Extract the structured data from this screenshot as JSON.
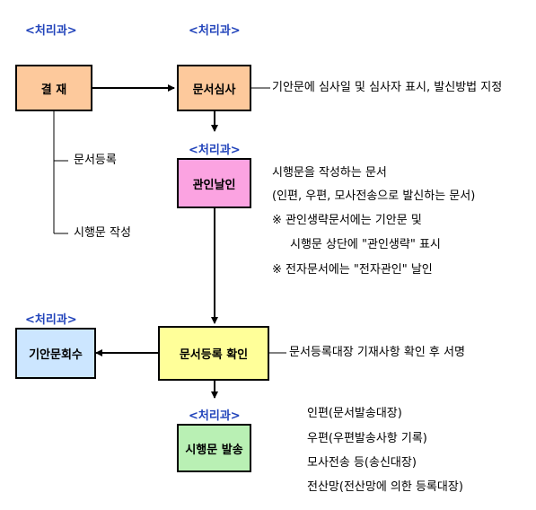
{
  "dept_label": "<처리과>",
  "colors": {
    "approval": "#fdc99c",
    "review": "#fdc99c",
    "seal": "#fba3e1",
    "registry": "#ffff99",
    "recovery": "#cce6ff",
    "send": "#b9f0b4",
    "dept_text": "#2244bb"
  },
  "nodes": {
    "approval": "결 재",
    "review": "문서심사",
    "seal": "관인날인",
    "registry_check": "문서등록 확인",
    "draft_recovery": "기안문회수",
    "send": "시행문 발송"
  },
  "branch_labels": {
    "doc_registration": "문서등록",
    "enforcement_write": "시행문 작성"
  },
  "notes": {
    "review": "기안문에 심사일 및 심사자 표시, 발신방법 지정",
    "seal": [
      "시행문을 작성하는 문서",
      "(인편,  우편,  모사전송으로 발신하는 문서)",
      "※ 관인생략문서에는 기안문 및",
      "시행문 상단에 \"관인생략\" 표시",
      "※ 전자문서에는 \"전자관인\" 날인"
    ],
    "registry": "문서등록대장 기재사항 확인 후 서명",
    "send": [
      "인편(문서발송대장)",
      "우편(우편발송사항 기록)",
      "모사전송 등(송신대장)",
      "전산망(전산망에 의한 등록대장)"
    ]
  }
}
